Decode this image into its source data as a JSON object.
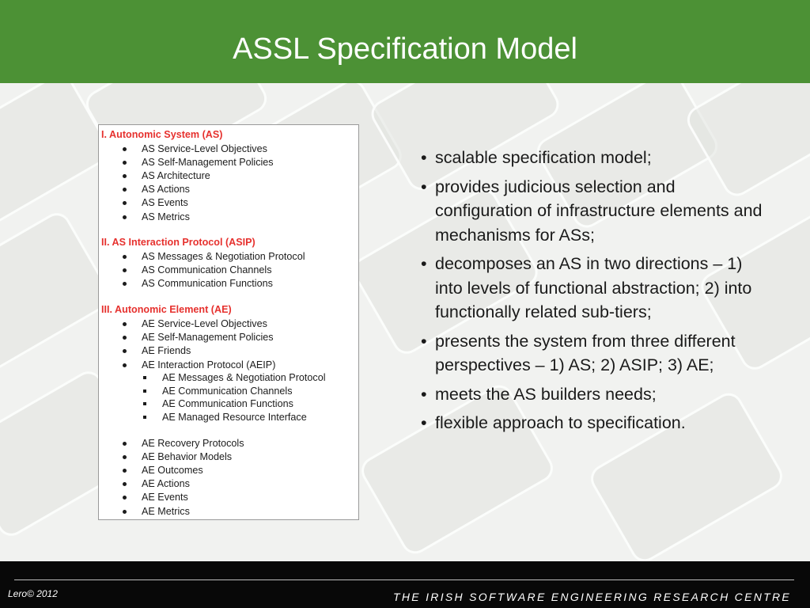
{
  "slide": {
    "title": "ASSL Specification Model"
  },
  "figure": {
    "sections": [
      {
        "heading": "I. Autonomic System  (AS)",
        "items": [
          "AS Service-Level Objectives",
          "AS Self-Management Policies",
          "AS Architecture",
          "AS Actions",
          "AS Events",
          "AS Metrics"
        ]
      },
      {
        "heading": "II. AS Interaction  Protocol (ASIP)",
        "items": [
          "AS Messages & Negotiation Protocol",
          "AS Communication Channels",
          "AS Communication Functions"
        ]
      },
      {
        "heading": "III. Autonomic Element (AE)",
        "items": [
          "AE Service-Level Objectives",
          "AE Self-Management Policies",
          "AE Friends",
          "AE Interaction Protocol (AEIP)"
        ],
        "subitems": [
          "AE Messages & Negotiation Protocol",
          "AE Communication Channels",
          "AE Communication Functions",
          "AE Managed Resource Interface"
        ],
        "items_after": [
          "AE Recovery Protocols",
          "AE Behavior Models",
          "AE Outcomes",
          "AE Actions",
          "AE Events",
          "AE Metrics"
        ]
      }
    ]
  },
  "bullets": [
    "scalable specification model;",
    "provides judicious selection and configuration of infrastructure elements and mechanisms for ASs;",
    "decomposes an AS in two directions – 1) into levels of functional abstraction; 2) into functionally related sub-tiers;",
    "presents the system from three different perspectives – 1) AS; 2) ASIP; 3) AE;",
    "meets the AS builders needs;",
    "flexible approach to specification."
  ],
  "bullet_glyph": "•",
  "footer": {
    "copyright": "Lero© 2012",
    "tagline": "THE IRISH SOFTWARE ENGINEERING RESEARCH CENTRE"
  },
  "colors": {
    "title_bar": "#4c9135",
    "section_heading": "#e6312e",
    "footer": "#080808"
  },
  "icons": {
    "figure_bullet": "filled-circle",
    "figure_subbullet": "filled-square"
  }
}
